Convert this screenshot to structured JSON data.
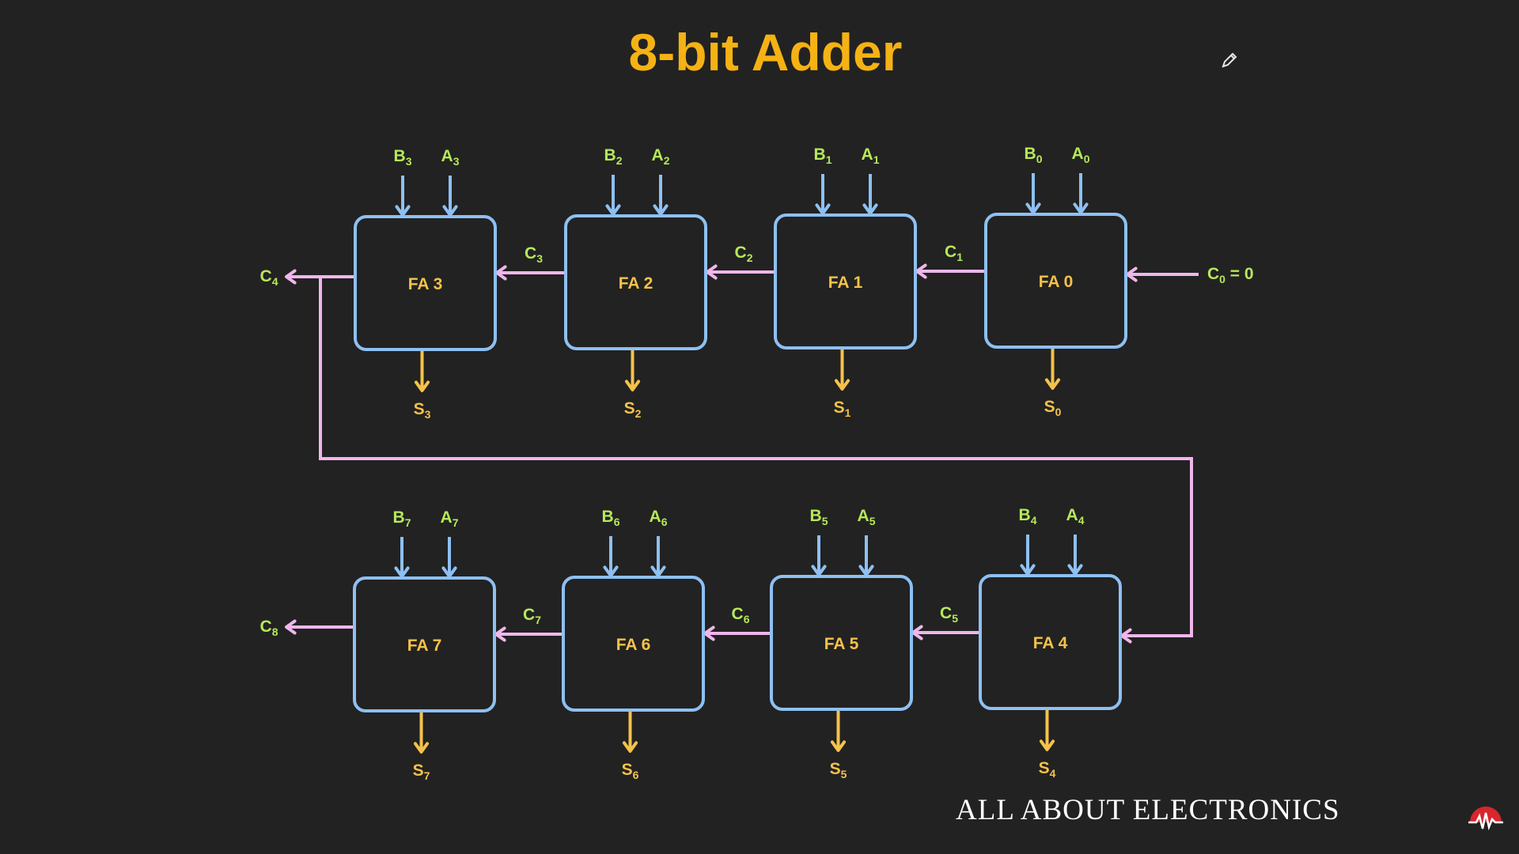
{
  "title": "8-bit Adder",
  "brand": "ALL ABOUT ELECTRONICS",
  "icons": {
    "pencil": "pencil-icon",
    "logo": "waveform-logo-icon"
  },
  "colors": {
    "background": "#222222",
    "title": "#f5b214",
    "box_border": "#8ec0f2",
    "carry_wire": "#f0b6ec",
    "input_label": "#b6e85a",
    "sum_label": "#f5c24a"
  },
  "adders": [
    {
      "label": "FA 0",
      "a": "A",
      "a_sub": "0",
      "b": "B",
      "b_sub": "0",
      "s": "S",
      "s_sub": "0",
      "cin": "C",
      "cin_sub": "0",
      "cin_suffix": " = 0"
    },
    {
      "label": "FA 1",
      "a": "A",
      "a_sub": "1",
      "b": "B",
      "b_sub": "1",
      "s": "S",
      "s_sub": "1",
      "cin": "C",
      "cin_sub": "1"
    },
    {
      "label": "FA 2",
      "a": "A",
      "a_sub": "2",
      "b": "B",
      "b_sub": "2",
      "s": "S",
      "s_sub": "2",
      "cin": "C",
      "cin_sub": "2"
    },
    {
      "label": "FA 3",
      "a": "A",
      "a_sub": "3",
      "b": "B",
      "b_sub": "3",
      "s": "S",
      "s_sub": "3",
      "cin": "C",
      "cin_sub": "3",
      "cout": "C",
      "cout_sub": "4"
    },
    {
      "label": "FA 4",
      "a": "A",
      "a_sub": "4",
      "b": "B",
      "b_sub": "4",
      "s": "S",
      "s_sub": "4"
    },
    {
      "label": "FA 5",
      "a": "A",
      "a_sub": "5",
      "b": "B",
      "b_sub": "5",
      "s": "S",
      "s_sub": "5",
      "cin": "C",
      "cin_sub": "5"
    },
    {
      "label": "FA 6",
      "a": "A",
      "a_sub": "6",
      "b": "B",
      "b_sub": "6",
      "s": "S",
      "s_sub": "6",
      "cin": "C",
      "cin_sub": "6"
    },
    {
      "label": "FA 7",
      "a": "A",
      "a_sub": "7",
      "b": "B",
      "b_sub": "7",
      "s": "S",
      "s_sub": "7",
      "cin": "C",
      "cin_sub": "7",
      "cout": "C",
      "cout_sub": "8"
    }
  ]
}
